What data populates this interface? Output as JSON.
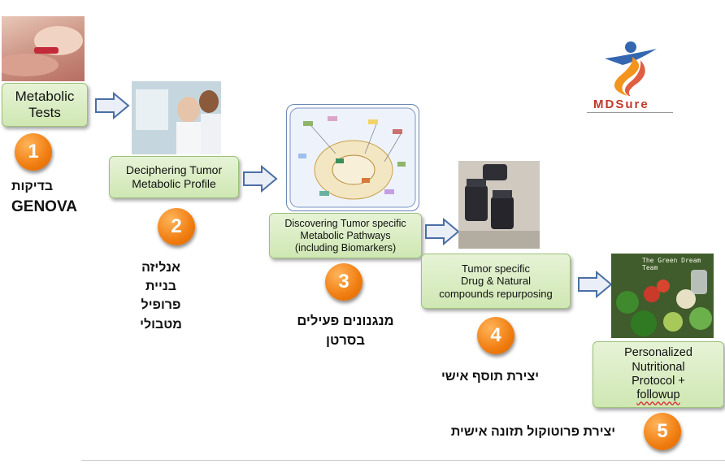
{
  "logo": {
    "text": "MDSure"
  },
  "steps": [
    {
      "num": "1",
      "label": "Metabolic Tests",
      "heb_lines": [
        "בדיקות",
        "GENOVA"
      ]
    },
    {
      "num": "2",
      "label_lines": [
        "Deciphering Tumor",
        "Metabolic Profile"
      ],
      "heb_lines": [
        "אנליזה",
        "בניית",
        "פרופיל",
        "מטבולי"
      ]
    },
    {
      "num": "3",
      "label_lines": [
        "Discovering Tumor specific",
        "Metabolic Pathways",
        "(including Biomarkers)"
      ],
      "heb_lines": [
        "מנגנונים פעילים",
        "בסרטן"
      ]
    },
    {
      "num": "4",
      "label_lines": [
        "Tumor specific",
        "Drug & Natural",
        "compounds repurposing"
      ],
      "heb_lines": [
        "יצירת תוסף אישי"
      ]
    },
    {
      "num": "5",
      "label_lines": [
        "Personalized",
        "Nutritional",
        "Protocol +",
        "followup"
      ],
      "heb_lines": [
        "יצירת פרוטוקול תזונה אישית"
      ]
    }
  ],
  "photo_caption": "The Green Dream Team"
}
